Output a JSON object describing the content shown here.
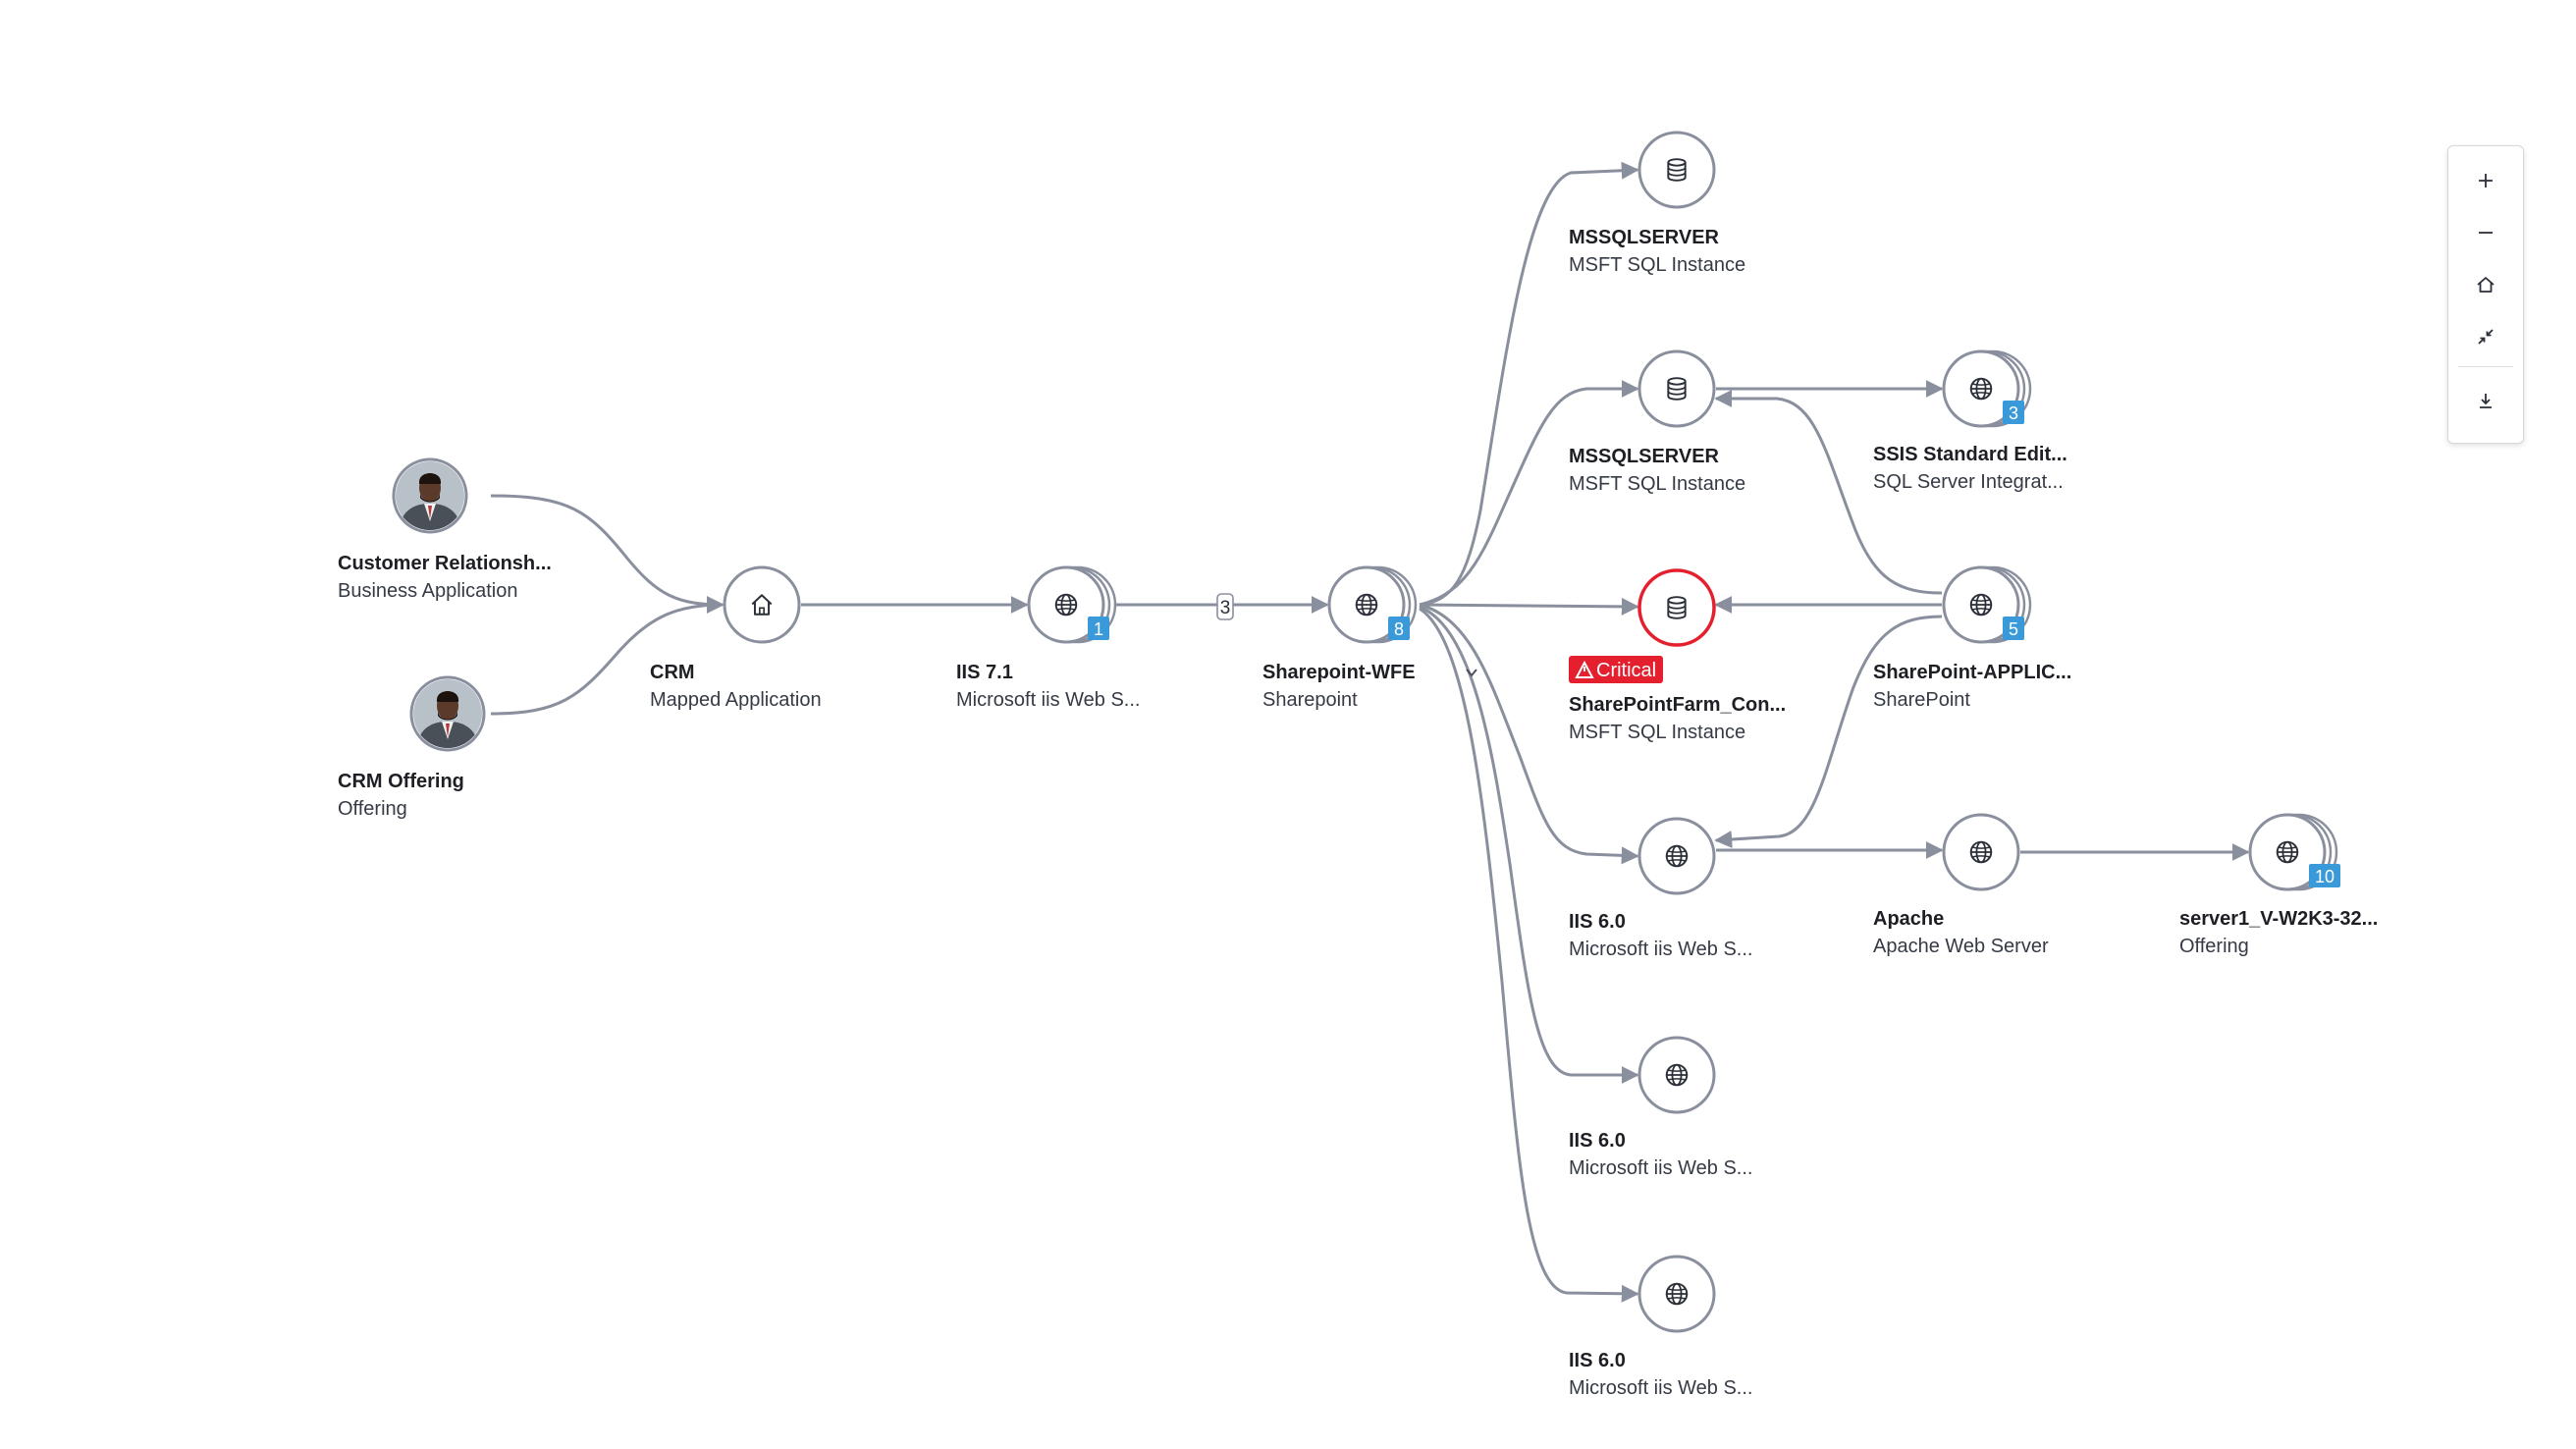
{
  "graph": {
    "colors": {
      "edge": "#8a8f9e",
      "node_border": "#8a8f9e",
      "critical": "#e4202f",
      "badge": "#3a9ad9",
      "title_text": "#1d1f24",
      "sub_text": "#353a45"
    },
    "nodes": [
      {
        "id": "customer-relationship",
        "icon": "avatar-icon",
        "title": "Customer Relationsh...",
        "subtitle": "Business Application"
      },
      {
        "id": "crm-offering",
        "icon": "avatar-icon",
        "title": "CRM Offering",
        "subtitle": "Offering"
      },
      {
        "id": "crm",
        "icon": "home-icon",
        "title": "CRM",
        "subtitle": "Mapped Application"
      },
      {
        "id": "iis-71",
        "icon": "globe-icon",
        "title": "IIS 7.1",
        "subtitle": "Microsoft iis Web S...",
        "stack": true,
        "badge": "1"
      },
      {
        "id": "sharepoint-wfe",
        "icon": "globe-icon",
        "title": "Sharepoint-WFE",
        "subtitle": "Sharepoint",
        "stack": true,
        "badge": "8",
        "chevron": true
      },
      {
        "id": "mssql-1",
        "icon": "database-icon",
        "title": "MSSQLSERVER",
        "subtitle": "MSFT SQL Instance"
      },
      {
        "id": "mssql-2",
        "icon": "database-icon",
        "title": "MSSQLSERVER",
        "subtitle": "MSFT SQL Instance"
      },
      {
        "id": "sharepoint-farm",
        "icon": "database-icon",
        "title": "SharePointFarm_Con...",
        "subtitle": "MSFT SQL Instance",
        "critical": true,
        "status": "Critical"
      },
      {
        "id": "iis-60-a",
        "icon": "globe-icon",
        "title": "IIS 6.0",
        "subtitle": "Microsoft iis Web S..."
      },
      {
        "id": "iis-60-b",
        "icon": "globe-icon",
        "title": "IIS 6.0",
        "subtitle": "Microsoft iis Web S..."
      },
      {
        "id": "iis-60-c",
        "icon": "globe-icon",
        "title": "IIS 6.0",
        "subtitle": "Microsoft iis Web S..."
      },
      {
        "id": "ssis",
        "icon": "globe-icon",
        "title": "SSIS Standard Edit...",
        "subtitle": "SQL Server Integrat...",
        "stack": true,
        "badge": "3"
      },
      {
        "id": "sharepoint-applic",
        "icon": "globe-icon",
        "title": "SharePoint-APPLIC...",
        "subtitle": "SharePoint",
        "stack": true,
        "badge": "5"
      },
      {
        "id": "apache",
        "icon": "globe-icon",
        "title": "Apache",
        "subtitle": "Apache Web Server"
      },
      {
        "id": "server1",
        "icon": "globe-icon",
        "title": "server1_V-W2K3-32...",
        "subtitle": "Offering",
        "stack": true,
        "badge": "10"
      }
    ],
    "edges": [
      {
        "from": "customer-relationship",
        "to": "crm"
      },
      {
        "from": "crm-offering",
        "to": "crm"
      },
      {
        "from": "crm",
        "to": "iis-71"
      },
      {
        "from": "iis-71",
        "to": "sharepoint-wfe",
        "label": "3"
      },
      {
        "from": "sharepoint-wfe",
        "to": "mssql-1"
      },
      {
        "from": "sharepoint-wfe",
        "to": "mssql-2"
      },
      {
        "from": "sharepoint-wfe",
        "to": "sharepoint-farm"
      },
      {
        "from": "sharepoint-wfe",
        "to": "iis-60-a"
      },
      {
        "from": "sharepoint-wfe",
        "to": "iis-60-b"
      },
      {
        "from": "sharepoint-wfe",
        "to": "iis-60-c"
      },
      {
        "from": "mssql-2",
        "to": "ssis"
      },
      {
        "from": "sharepoint-applic",
        "to": "mssql-2"
      },
      {
        "from": "sharepoint-applic",
        "to": "sharepoint-farm"
      },
      {
        "from": "sharepoint-applic",
        "to": "iis-60-a"
      },
      {
        "from": "iis-60-a",
        "to": "apache"
      },
      {
        "from": "apache",
        "to": "server1"
      }
    ]
  },
  "toolbar": {
    "buttons": [
      {
        "id": "zoom-in",
        "icon": "plus-icon"
      },
      {
        "id": "zoom-out",
        "icon": "minus-icon"
      },
      {
        "id": "reset-view",
        "icon": "home-icon"
      },
      {
        "id": "collapse",
        "icon": "collapse-icon"
      },
      {
        "id": "download",
        "icon": "download-icon"
      }
    ]
  }
}
